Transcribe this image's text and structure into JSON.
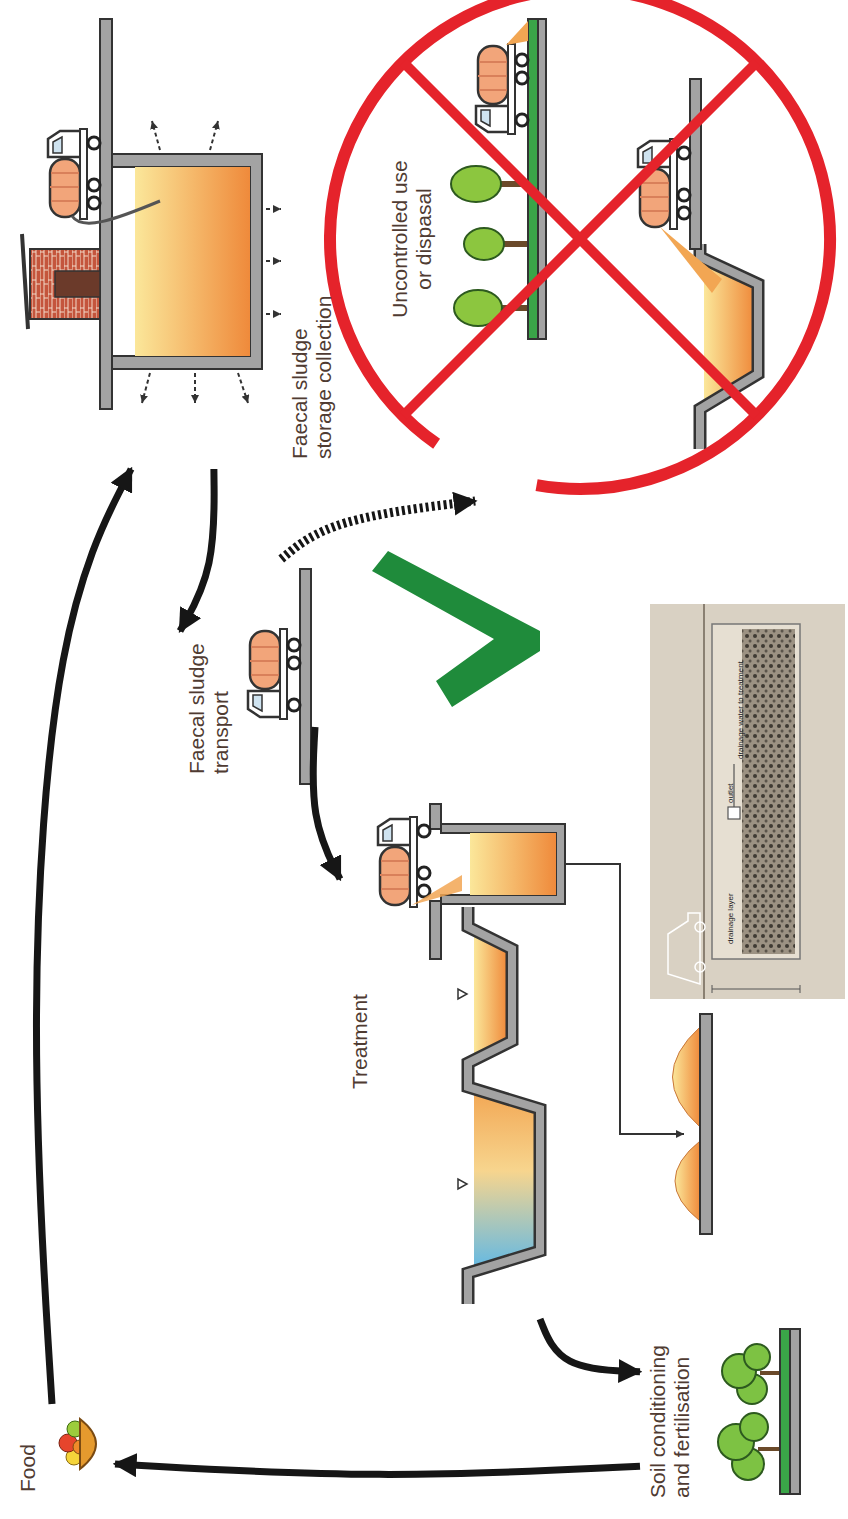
{
  "diagram": {
    "nodes": [
      {
        "text": [
          "Faecal sludge storage collection"
        ]
      },
      {
        "text": [
          "Faecal sludge transport"
        ]
      },
      {
        "text": [
          "Treatment"
        ]
      },
      {
        "text": [
          "Soil conditioning and fertilisation"
        ]
      },
      {
        "text": [
          "Food"
        ]
      },
      {
        "text": [
          "Uncontrolled use or dispasal"
        ]
      }
    ],
    "edges": [
      {
        "from": 0,
        "to": 1,
        "arrow": "to"
      },
      {
        "from": 1,
        "to": 2,
        "arrow": "to"
      },
      {
        "from": 2,
        "to": 3,
        "arrow": "to"
      },
      {
        "from": 3,
        "to": 4,
        "arrow": "to"
      },
      {
        "from": 4,
        "to": 0,
        "arrow": "to"
      },
      {
        "from": 1,
        "to": 5,
        "arrow": "to"
      }
    ],
    "labels": [
      "drainage layer",
      "outlet",
      "drainage water to treatment"
    ]
  }
}
